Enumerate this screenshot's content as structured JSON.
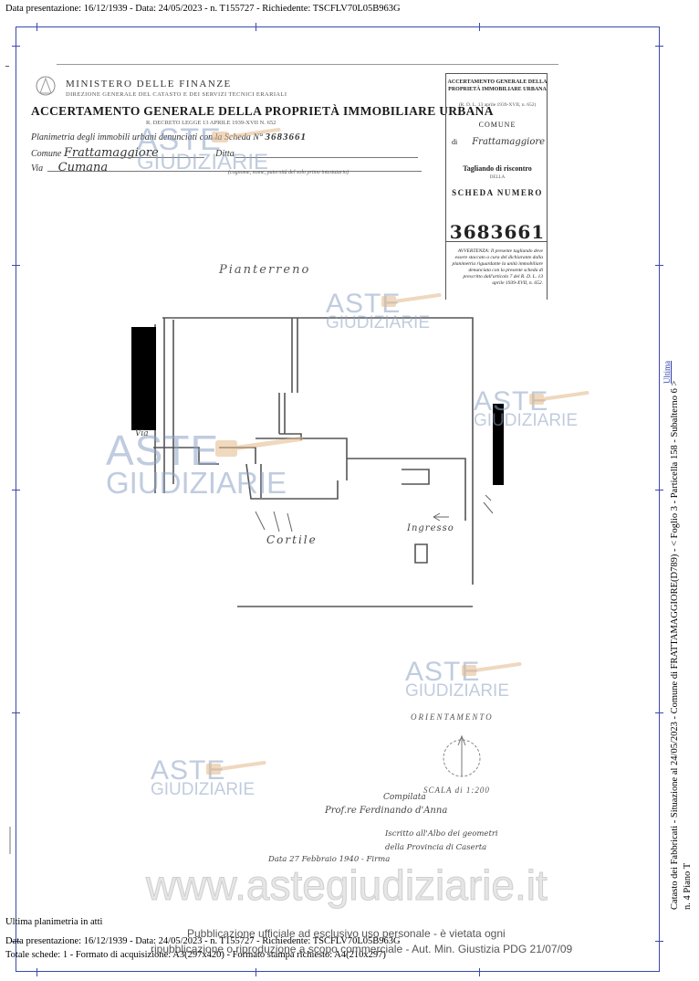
{
  "header": {
    "text": "Data presentazione: 16/12/1939 - Data: 24/05/2023 - n. T155727 - Richiedente: TSCFLV70L05B963G"
  },
  "document": {
    "ministry": "MINISTERO DELLE FINANZE",
    "direzione": "DIREZIONE GENERALE DEL CATASTO E DEI SERVIZI TECNICI ERARIALI",
    "main_title": "ACCERTAMENTO GENERALE DELLA PROPRIETÀ IMMOBILIARE URBANA",
    "law_line": "R. DECRETO LEGGE 13 APRILE 1939-XVII N. 652",
    "planimetria_prefix": "Planimetria degli immobili urbani denunciati con la Scheda N°",
    "planimetria_number": "3683661",
    "comune_label": "Comune",
    "comune_value": "Frattamaggiore",
    "ditta_label": "Ditta",
    "via_label": "Via",
    "via_value": "Cumana",
    "note_small": "(cognome, nome, paternità del solo primo intestatario)"
  },
  "stub": {
    "title": "ACCERTAMENTO GENERALE DELLA PROPRIETÀ IMMOBILIARE URBANA",
    "decree": "(R. D. L. 13 aprile 1939-XVII, n. 652)",
    "comune": "COMUNE",
    "di": "di",
    "comune_handwritten": "Frattamaggiore",
    "tagliando": "Tagliando di riscontro",
    "della": "DELLA",
    "scheda_label": "SCHEDA NUMERO",
    "scheda_number": "3683661",
    "avvertenza": "AVVERTENZA: Il presente tagliando deve essere staccato a cura del dichiarante dalla planimetria riguardante la unità immobiliare denunciata con la presente scheda di prescritto dall'articolo 7 del R. D. L. 13 aprile 1939-XVII, n. 652."
  },
  "plan": {
    "floor_label": "Pianterreno",
    "cortile": "Cortile",
    "ingresso": "Ingresso",
    "side_label": "Via"
  },
  "orientation": {
    "orientamento": "ORIENTAMENTO",
    "scala": "SCALA di 1:200"
  },
  "signature": {
    "compilata": "Compilata",
    "line1": "Prof.re Ferdinando d'Anna",
    "line2": "Iscritto all'Albo dei geometri",
    "line3": "della Provincia di Caserta",
    "line4": "Data 27 Febbraio 1940 - Firma"
  },
  "watermarks": {
    "aste": "ASTE",
    "giudiziarie": "GIUDIZIARIE",
    "site": "www.astegiudiziarie.it"
  },
  "footer": {
    "ultima": "Ultima planimetria in atti",
    "line1": "Data presentazione: 16/12/1939 - Data: 24/05/2023 - n. T155727 - Richiedente: TSCFLV70L05B963G",
    "line2": "Totale schede: 1 - Formato di acquisizione: A3(297x420) - Formato stampa richiesto: A4(210x297)",
    "pub1": "Pubblicazione ufficiale ad esclusivo uso personale - è vietata ogni",
    "pub2": "ripubblicazione o riproduzione a scopo commerciale - Aut. Min. Giustizia PDG 21/07/09"
  },
  "side": {
    "text": "Catasto dei Fabbricati - Situazione al 24/05/2023 - Comune di FRATTAMAGGIORE(D789) - < Foglio 3 - Particella 158 - Subalterno 6 >",
    "text2": "n. 4 Piano T",
    "link": "Ultima"
  },
  "colors": {
    "frame": "#3a48b0",
    "watermark": "#8ea3c6",
    "gavel": "#e3b98a"
  }
}
